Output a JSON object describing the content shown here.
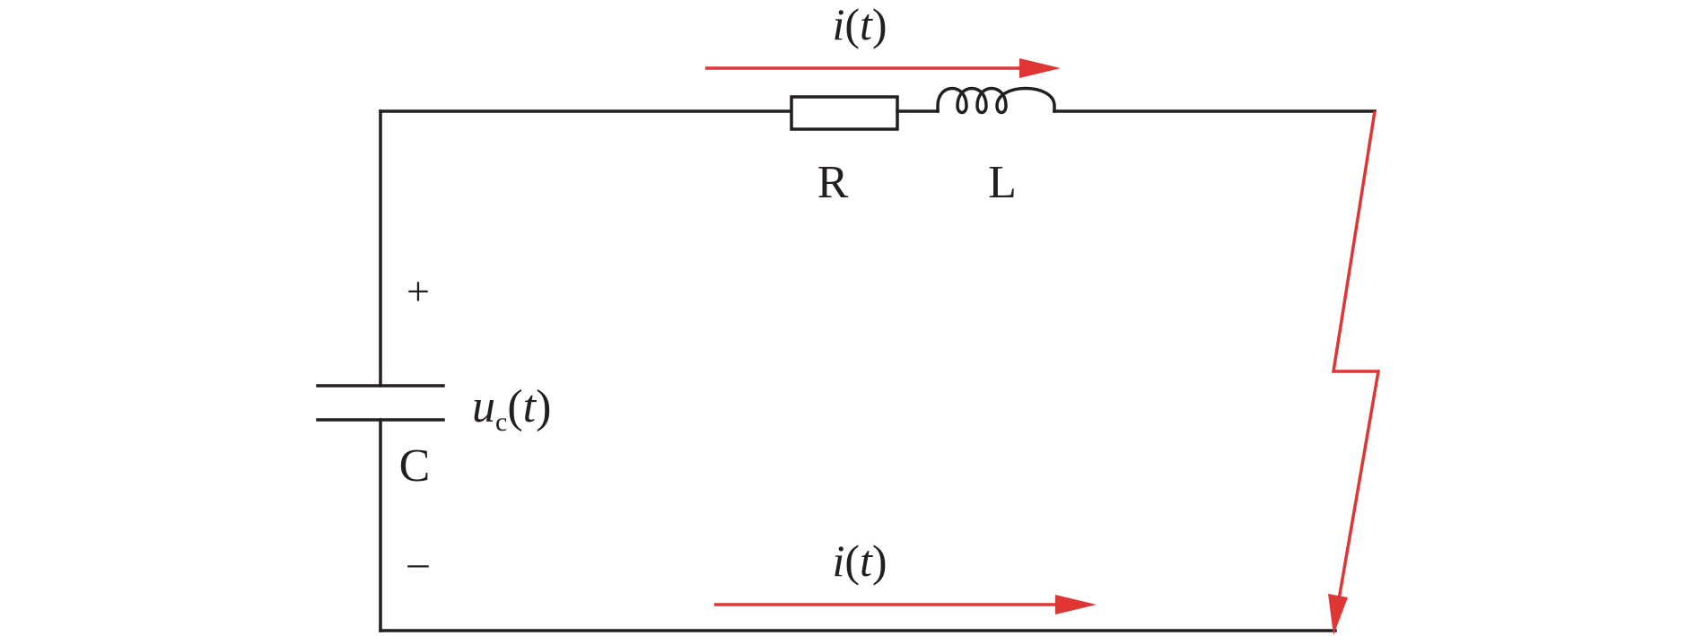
{
  "colors": {
    "wire": "#231f20",
    "current_arrow": "#e03535"
  },
  "labels": {
    "current_top_var": "i",
    "current_top_arg": "t",
    "current_bottom_var": "i",
    "current_bottom_arg": "t",
    "resistor": "R",
    "inductor": "L",
    "capacitor": "C",
    "voltage_var": "u",
    "voltage_subscript": "c",
    "voltage_arg": "t",
    "polarity_plus": "+",
    "polarity_minus": "–"
  }
}
